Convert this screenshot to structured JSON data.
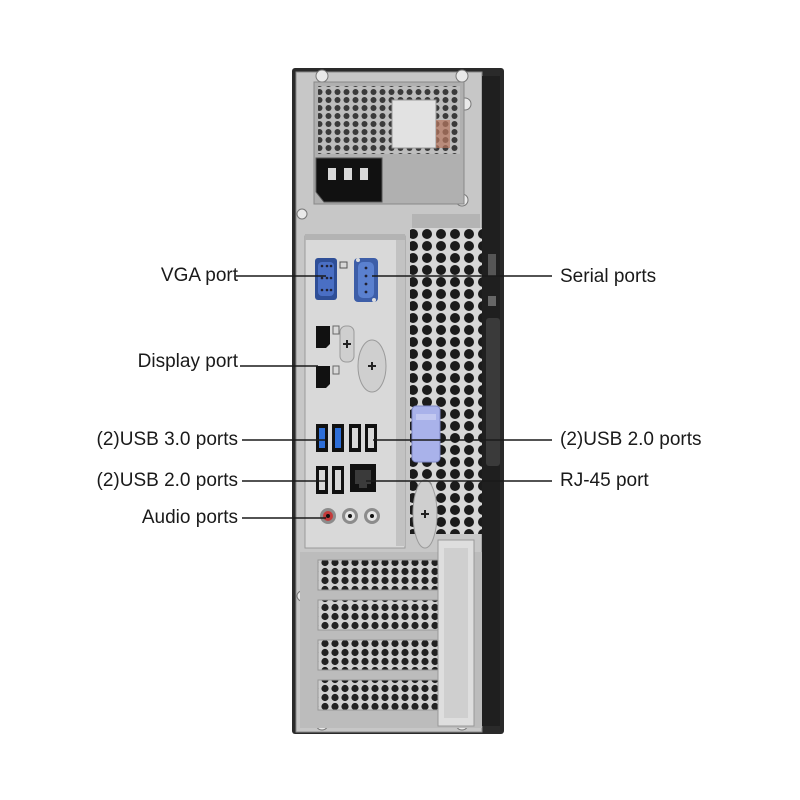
{
  "labels": {
    "vga_port": "VGA port",
    "display_port": "Display port",
    "usb3_ports": "(2)USB 3.0 ports",
    "usb2_ports_left": "(2)USB 2.0 ports",
    "audio_ports": "Audio ports",
    "serial_ports": "Serial ports",
    "usb2_ports_right": "(2)USB 2.0 ports",
    "rj45_port": "RJ-45 port"
  },
  "colors": {
    "chassis": "#2b2b2b",
    "panel": "#c9c9c9",
    "io_shield": "#dcdcdc",
    "vga_blue": "#4a6fc4",
    "usb3_blue": "#2d6ed8",
    "latch_lilac": "#a9b2ea",
    "leader_line": "#1a1a1a"
  }
}
